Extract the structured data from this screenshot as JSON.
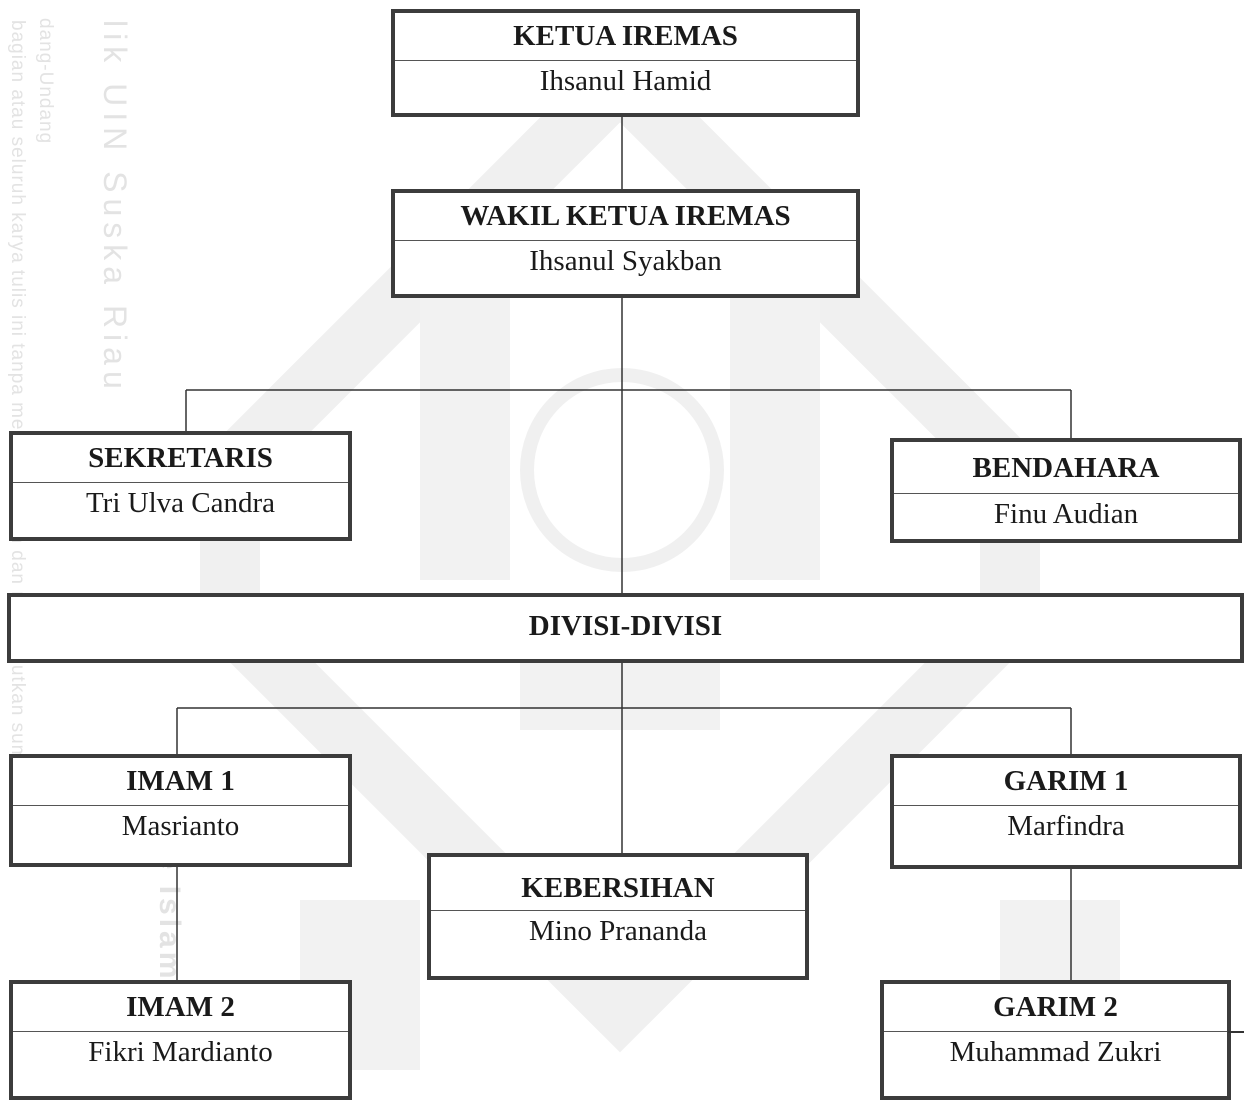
{
  "watermark": {
    "texts": [
      "lik UIN Suska Riau",
      "dang-Undang",
      "bagian atau seluruh karya tulis ini tanpa mencantumkan dan menyebutkan sumber",
      "State Islamic Univ"
    ],
    "colors": {
      "shape": "#f0f0f0",
      "text": "#e3e3e3"
    }
  },
  "chart": {
    "ketua": {
      "title": "KETUA IREMAS",
      "name": "Ihsanul Hamid"
    },
    "wakil": {
      "title": "WAKIL KETUA IREMAS",
      "name": "Ihsanul Syakban"
    },
    "sekretaris": {
      "title": "SEKRETARIS",
      "name": "Tri Ulva Candra"
    },
    "bendahara": {
      "title": "BENDAHARA",
      "name": "Finu Audian"
    },
    "divisi": {
      "title": "DIVISI-DIVISI"
    },
    "imam1": {
      "title": "IMAM 1",
      "name": "Masrianto"
    },
    "imam2": {
      "title": "IMAM 2",
      "name": "Fikri Mardianto"
    },
    "kebersihan": {
      "title": "KEBERSIHAN",
      "name": "Mino Prananda"
    },
    "garim1": {
      "title": "GARIM 1",
      "name": "Marfindra"
    },
    "garim2": {
      "title": "GARIM 2",
      "name": "Muhammad Zukri"
    }
  },
  "colors": {
    "border": "#3c3c3c",
    "line": "#333333",
    "text": "#1a1a1a"
  }
}
